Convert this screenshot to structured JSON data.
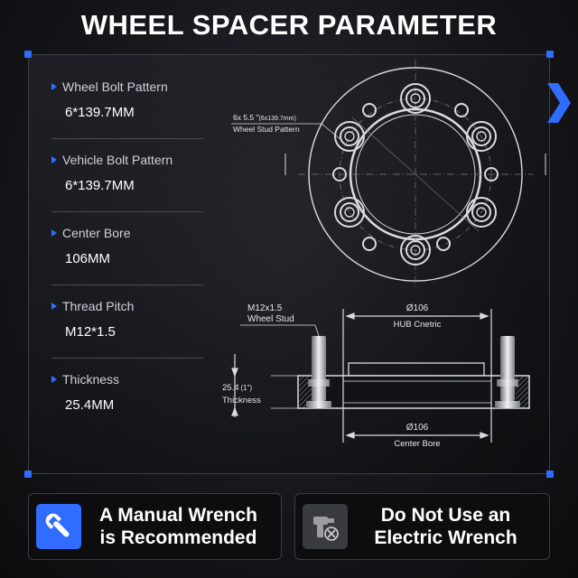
{
  "title": "WHEEL SPACER PARAMETER",
  "accent_color": "#2f6cff",
  "parameters": [
    {
      "label": "Wheel Bolt Pattern",
      "value": "6*139.7MM"
    },
    {
      "label": "Vehicle Bolt Pattern",
      "value": "6*139.7MM"
    },
    {
      "label": "Center Bore",
      "value": "106MM"
    },
    {
      "label": "Thread Pitch",
      "value": "M12*1.5"
    },
    {
      "label": "Thickness",
      "value": "25.4MM"
    }
  ],
  "front_view": {
    "pattern_prefix": "6x 5.5 \"",
    "pattern_paren": "(6x139.7mm)",
    "pattern_caption": "Wheel Stud  Pattern"
  },
  "side_view": {
    "stud_size": "M12x1.5",
    "stud_caption": "Wheel Stud",
    "hub_dimension": "Ø106",
    "hub_caption": "HUB Cnetric",
    "thickness_value": "25.4",
    "thickness_paren": "(1\")",
    "thickness_caption": "Thickness",
    "bore_dimension": "Ø106",
    "bore_caption": "Center Bore"
  },
  "notices": {
    "left": {
      "icon": "wrench-icon",
      "line1": "A Manual Wrench",
      "line2": "is Recommended"
    },
    "right": {
      "icon": "no-impact-drill-icon",
      "line1": "Do Not Use an",
      "line2": "Electric Wrench"
    }
  }
}
